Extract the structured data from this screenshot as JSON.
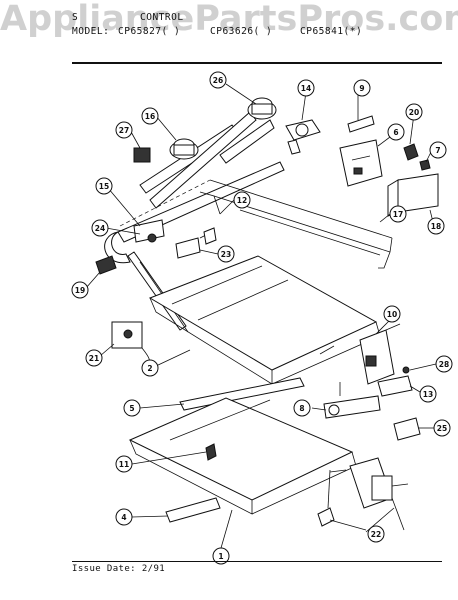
{
  "watermark": "AppliancePartsPros.com",
  "header": {
    "line1_a": "S",
    "line1_b": "CONTROL",
    "line2_label": "MODEL:",
    "model_a": "CP65827( )",
    "model_b": "CP63626( )",
    "model_c": "CP65841(*)"
  },
  "footer": {
    "issue": "Issue Date: 2/91"
  },
  "callouts": [
    "26",
    "16",
    "14",
    "9",
    "20",
    "27",
    "6",
    "7",
    "15",
    "12",
    "17",
    "24",
    "18",
    "23",
    "19",
    "10",
    "28",
    "21",
    "2",
    "13",
    "5",
    "8",
    "25",
    "11",
    "4",
    "22",
    "1"
  ]
}
